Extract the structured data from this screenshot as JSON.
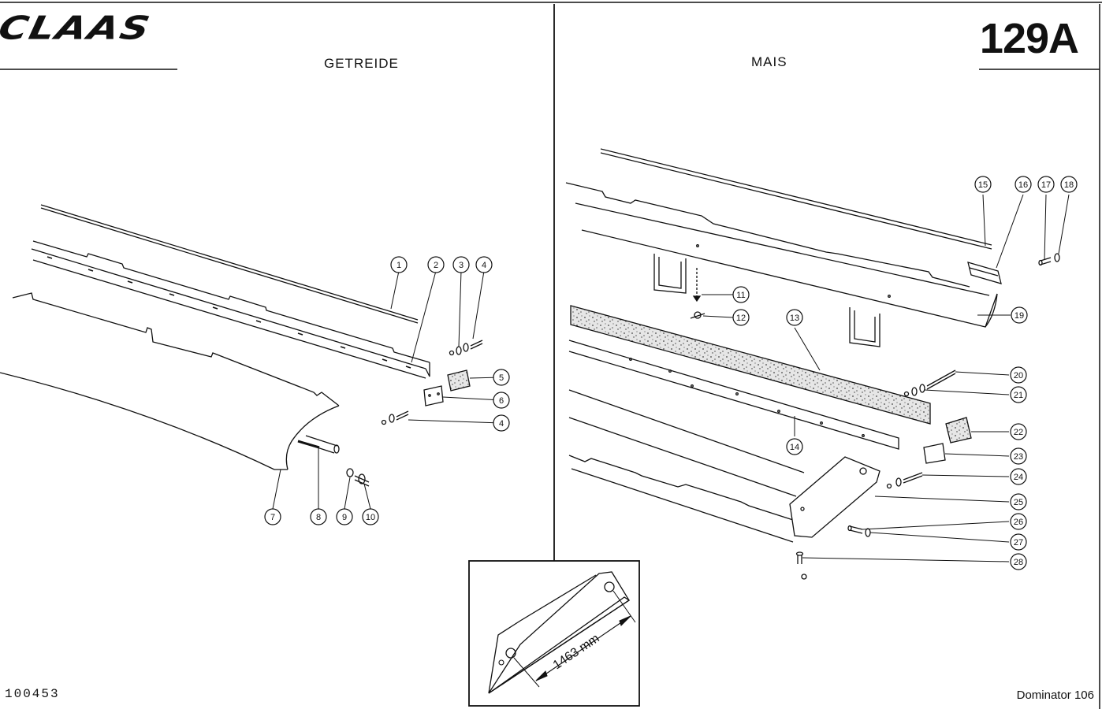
{
  "header": {
    "brand": "CLAAS",
    "page_number": "129A",
    "left_section": "GETREIDE",
    "right_section": "MAIS"
  },
  "footer": {
    "doc_number": "100453",
    "model": "Dominator 106"
  },
  "detail": {
    "dimension": "1463 mm"
  },
  "callouts": {
    "getreide": [
      "1",
      "2",
      "3",
      "4",
      "5",
      "6",
      "4",
      "7",
      "8",
      "9",
      "10"
    ],
    "mais": [
      "15",
      "16",
      "17",
      "18",
      "11",
      "12",
      "19",
      "13",
      "20",
      "21",
      "22",
      "14",
      "23",
      "24",
      "25",
      "26",
      "27",
      "28"
    ]
  }
}
